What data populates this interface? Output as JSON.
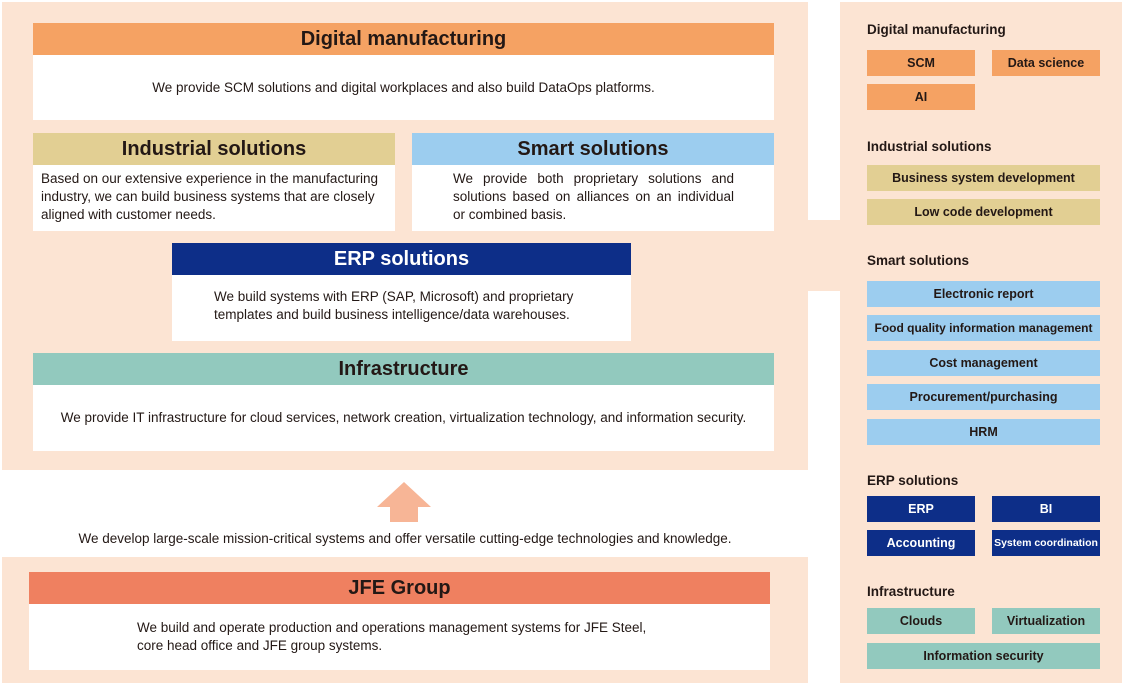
{
  "digital": {
    "title": "Digital manufacturing",
    "text": "We provide SCM solutions and digital workplaces and also build DataOps platforms."
  },
  "industrial": {
    "title": "Industrial solutions",
    "text": "Based on our extensive experience in the manufacturing industry, we can build business systems that are closely aligned with customer needs."
  },
  "smart": {
    "title": "Smart solutions",
    "text": "We provide both proprietary solutions and solutions based on alliances on an individual or combined basis."
  },
  "erp": {
    "title": "ERP solutions",
    "text": "We build systems with ERP (SAP, Microsoft) and proprietary templates and build business intelligence/data warehouses."
  },
  "infra": {
    "title": "Infrastructure",
    "text": "We provide IT infrastructure for cloud services, network creation, virtualization technology, and information security."
  },
  "middle_text": "We develop large-scale mission-critical systems and offer versatile cutting-edge technologies and knowledge.",
  "jfe": {
    "title": "JFE Group",
    "text_line1": "We build and operate production and operations management systems for JFE Steel,",
    "text_line2": "core head office and JFE group systems."
  },
  "side": {
    "digital": {
      "title": "Digital manufacturing",
      "tags": [
        "SCM",
        "Data science",
        "AI"
      ]
    },
    "industrial": {
      "title": "Industrial solutions",
      "tags": [
        "Business system development",
        "Low code development"
      ]
    },
    "smart": {
      "title": "Smart solutions",
      "tags": [
        "Electronic report",
        "Food quality information management",
        "Cost management",
        "Procurement/purchasing",
        "HRM"
      ]
    },
    "erp": {
      "title": "ERP solutions",
      "tags": [
        "ERP",
        "BI",
        "Accounting",
        "System coordination"
      ]
    },
    "infra": {
      "title": "Infrastructure",
      "tags": [
        "Clouds",
        "Virtualization",
        "Information security"
      ]
    }
  },
  "colors": {
    "background": "#fce4d3",
    "digital": "#f5a263",
    "industrial": "#e2cf93",
    "smart": "#9ccdef",
    "erp": "#0d2e88",
    "infra": "#92c9be",
    "jfe": "#ef8060",
    "arrow": "#f7b596"
  }
}
